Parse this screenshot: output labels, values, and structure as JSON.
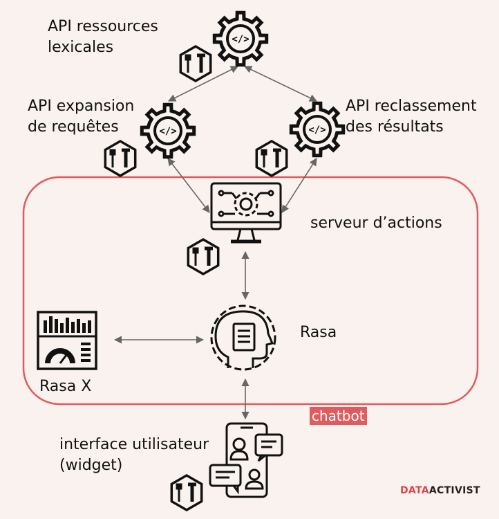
{
  "labels": {
    "api_lexical": [
      "API ressources",
      "lexicales"
    ],
    "api_expansion": [
      "API expansion",
      "de requêtes"
    ],
    "api_rerank": [
      "API reclassement",
      "des résultats"
    ],
    "action_server": "serveur d’actions",
    "rasa": "Rasa",
    "rasa_x": "Rasa X",
    "ui": [
      "interface utilisateur",
      "(widget)"
    ],
    "chatbot_tag": "chatbot"
  },
  "brand": {
    "part1": "DATA",
    "part2": "ACTIVIST"
  },
  "colors": {
    "background": "#f9f2ee",
    "frame": "#e05a5e",
    "connector": "#666666",
    "icon": "#111111"
  },
  "icons": [
    "code-gear-icon",
    "tools-hexagon-icon",
    "monitor-gear-icon",
    "head-document-gear-icon",
    "dashboard-icon",
    "phone-chat-icon"
  ]
}
